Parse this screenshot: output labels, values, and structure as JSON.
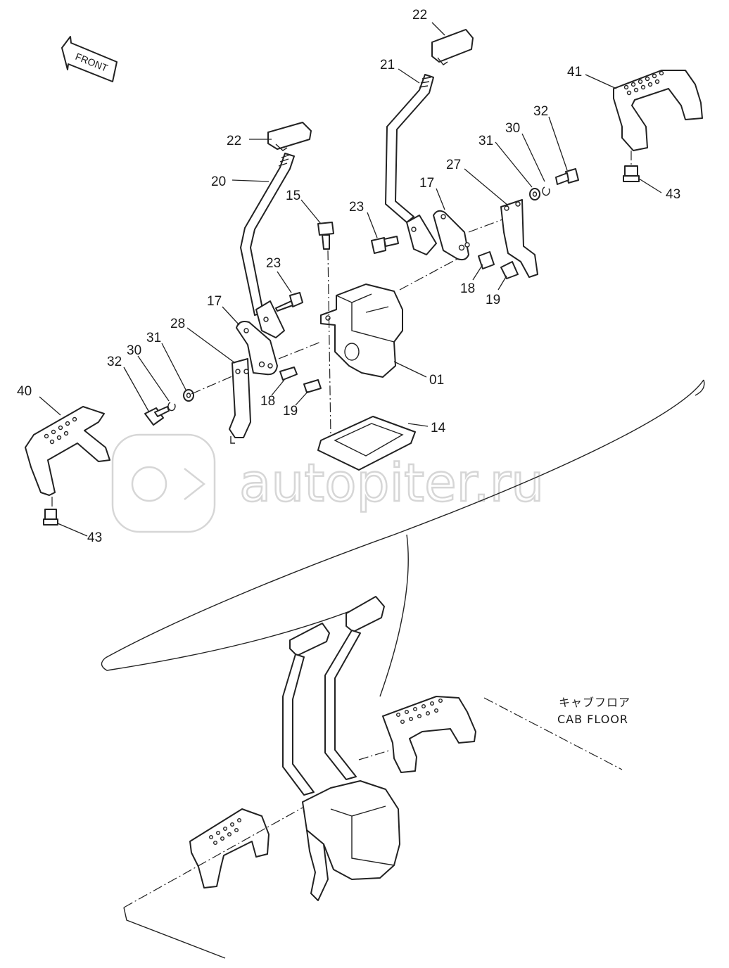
{
  "front_arrow": {
    "label": "FRONT"
  },
  "callouts": [
    {
      "id": "c22a",
      "text": "22"
    },
    {
      "id": "c21",
      "text": "21"
    },
    {
      "id": "c41",
      "text": "41"
    },
    {
      "id": "c32a",
      "text": "32"
    },
    {
      "id": "c30a",
      "text": "30"
    },
    {
      "id": "c31a",
      "text": "31"
    },
    {
      "id": "c27",
      "text": "27"
    },
    {
      "id": "c17a",
      "text": "17"
    },
    {
      "id": "c43a",
      "text": "43"
    },
    {
      "id": "c22b",
      "text": "22"
    },
    {
      "id": "c20",
      "text": "20"
    },
    {
      "id": "c15",
      "text": "15"
    },
    {
      "id": "c23a",
      "text": "23"
    },
    {
      "id": "c23b",
      "text": "23"
    },
    {
      "id": "c18a",
      "text": "18"
    },
    {
      "id": "c19a",
      "text": "19"
    },
    {
      "id": "c17b",
      "text": "17"
    },
    {
      "id": "c28",
      "text": "28"
    },
    {
      "id": "c31b",
      "text": "31"
    },
    {
      "id": "c30b",
      "text": "30"
    },
    {
      "id": "c32b",
      "text": "32"
    },
    {
      "id": "c01",
      "text": "01"
    },
    {
      "id": "c18b",
      "text": "18"
    },
    {
      "id": "c19b",
      "text": "19"
    },
    {
      "id": "c40",
      "text": "40"
    },
    {
      "id": "c14",
      "text": "14"
    },
    {
      "id": "c43b",
      "text": "43"
    }
  ],
  "cab_floor": {
    "jp": "キャブフロア",
    "en": "CAB FLOOR"
  },
  "watermark": {
    "text": "autopiter.ru"
  }
}
